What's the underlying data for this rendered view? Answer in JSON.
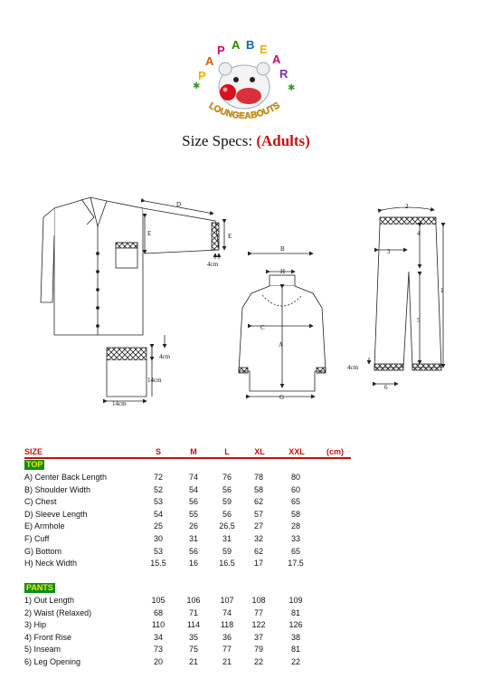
{
  "logo": {
    "letters": [
      "P",
      "A",
      "P",
      "A",
      "B",
      "E",
      "A",
      "R"
    ],
    "tagline": "LOUNGEABOUTS"
  },
  "title": {
    "prefix": "Size Specs: ",
    "accent": "(Adults)"
  },
  "diagram": {
    "shirt_letters": [
      "D",
      "E",
      "E"
    ],
    "shirt_cuff_measure": "4cm",
    "swatch_height": "4cm",
    "swatch_side": "14cm",
    "swatch_bottom": "14cm",
    "front_letters": [
      "B",
      "H",
      "C",
      "A",
      "G"
    ],
    "pants_numbers": [
      "2",
      "3",
      "4",
      "1",
      "5",
      "6"
    ],
    "pants_cuff_measure": "4cm"
  },
  "table": {
    "header": {
      "size": "SIZE",
      "cols": [
        "S",
        "M",
        "L",
        "XL",
        "XXL"
      ],
      "unit": "(cm)"
    },
    "top_label": "TOP",
    "top_rows": [
      {
        "name": "A) Center Back Length",
        "values": [
          "72",
          "74",
          "76",
          "78",
          "80"
        ]
      },
      {
        "name": "B) Shoulder Width",
        "values": [
          "52",
          "54",
          "56",
          "58",
          "60"
        ]
      },
      {
        "name": "C) Chest",
        "values": [
          "53",
          "56",
          "59",
          "62",
          "65"
        ]
      },
      {
        "name": "D) Sleeve Length",
        "values": [
          "54",
          "55",
          "56",
          "57",
          "58"
        ]
      },
      {
        "name": "E) Armhole",
        "values": [
          "25",
          "26",
          "26.5",
          "27",
          "28"
        ]
      },
      {
        "name": "F) Cuff",
        "values": [
          "30",
          "31",
          "31",
          "32",
          "33"
        ]
      },
      {
        "name": "G) Bottom",
        "values": [
          "53",
          "56",
          "59",
          "62",
          "65"
        ]
      },
      {
        "name": "H) Neck Width",
        "values": [
          "15.5",
          "16",
          "16.5",
          "17",
          "17.5"
        ]
      }
    ],
    "pants_label": "PANTS",
    "pants_rows": [
      {
        "name": "1) Out Length",
        "values": [
          "105",
          "106",
          "107",
          "108",
          "109"
        ]
      },
      {
        "name": "2) Waist (Relaxed)",
        "values": [
          "68",
          "71",
          "74",
          "77",
          "81"
        ]
      },
      {
        "name": "3) Hip",
        "values": [
          "110",
          "114",
          "118",
          "122",
          "126"
        ]
      },
      {
        "name": "4) Front Rise",
        "values": [
          "34",
          "35",
          "36",
          "37",
          "38"
        ]
      },
      {
        "name": "5) Inseam",
        "values": [
          "73",
          "75",
          "77",
          "79",
          "81"
        ]
      },
      {
        "name": "6) Leg Opening",
        "values": [
          "20",
          "21",
          "21",
          "22",
          "22"
        ]
      }
    ]
  }
}
